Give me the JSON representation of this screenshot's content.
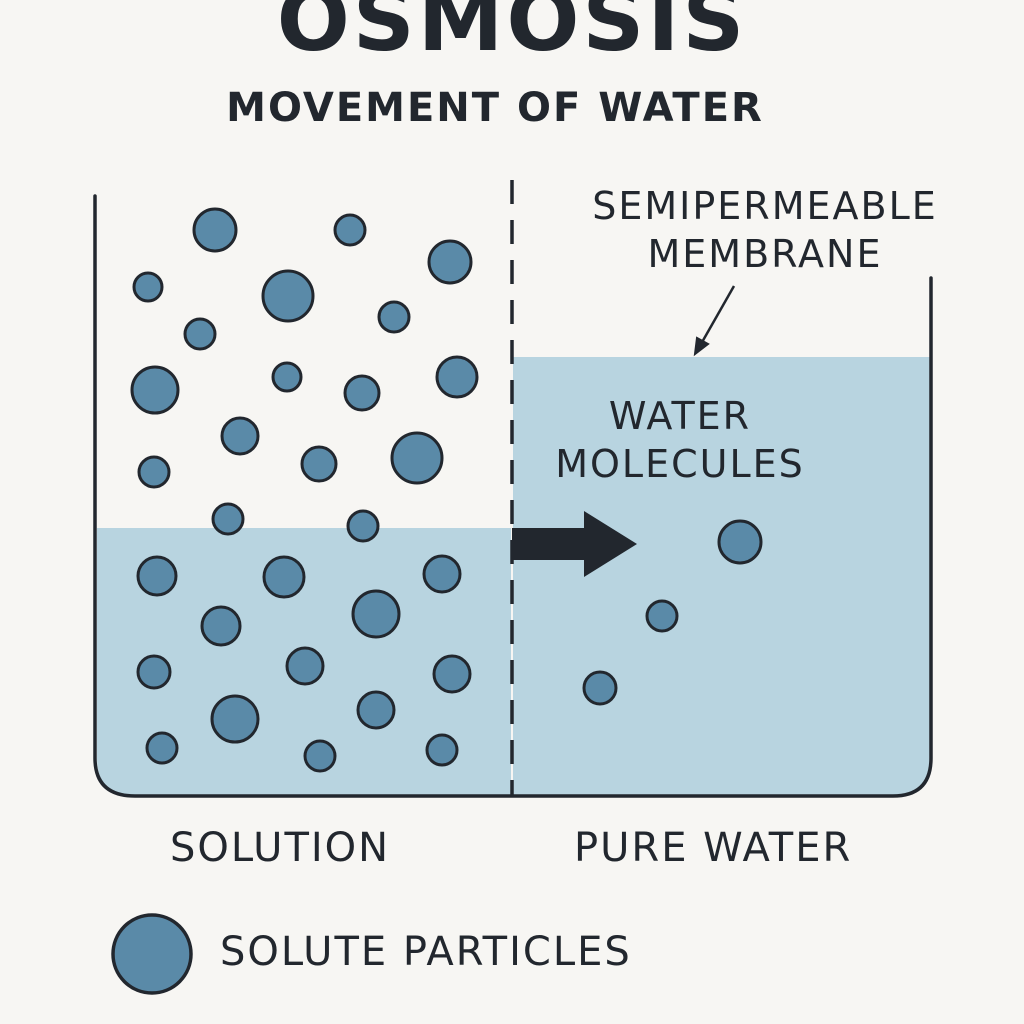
{
  "title": "OSMOSIS",
  "subtitle": "MOVEMENT OF WATER",
  "labels": {
    "membrane_line1": "SEMIPERMEABLE",
    "membrane_line2": "MEMBRANE",
    "water_line1": "WATER",
    "water_line2": "MOLECULES",
    "solution": "SOLUTION",
    "pure_water": "PURE WATER",
    "legend": "SOLUTE PARTICLES"
  },
  "colors": {
    "background": "#f7f6f3",
    "water": "#b8d4e0",
    "particle_fill": "#5a8aa8",
    "outline": "#22272e"
  },
  "icons": {
    "flow_arrow": "right-arrow-icon",
    "membrane_pointer": "diagonal-arrow-icon"
  }
}
